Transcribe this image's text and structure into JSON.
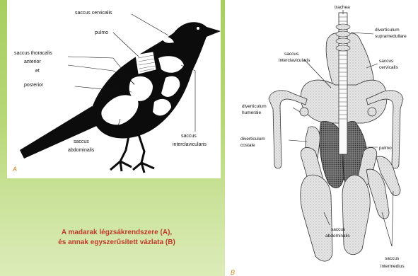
{
  "panel_a": {
    "letter": "A",
    "labels": {
      "saccus_cervicalis": "saccus cervicalis",
      "pulmo": "pulmo",
      "thoracalis_1": "saccus thoracalis",
      "thoracalis_2": "anterior",
      "thoracalis_3": "et",
      "thoracalis_4": "posterior",
      "abdominalis_1": "saccus",
      "abdominalis_2": "abdominalis",
      "interclav_1": "saccus",
      "interclav_2": "interclavicularis"
    }
  },
  "panel_b": {
    "letter": "B",
    "labels": {
      "trachea": "trachea",
      "div_supramed_1": "diverticulum",
      "div_supramed_2": "supramedullare",
      "interclav_1": "saccus",
      "interclav_2": "interclavicularis",
      "cervicalis_1": "saccus",
      "cervicalis_2": "cervicalis",
      "div_humerale_1": "diverticulum",
      "div_humerale_2": "humerale",
      "div_costale_1": "diverticulum",
      "div_costale_2": "costale",
      "pulmo": "pulmo",
      "abdominalis_1": "saccus",
      "abdominalis_2": "abdominalis",
      "intermedius_1": "saccus",
      "intermedius_2": "intermedius"
    }
  },
  "caption": {
    "line1": "A madarak légzsákrendszere (A),",
    "line2": "és annak egyszerűsített vázlata (B)"
  }
}
